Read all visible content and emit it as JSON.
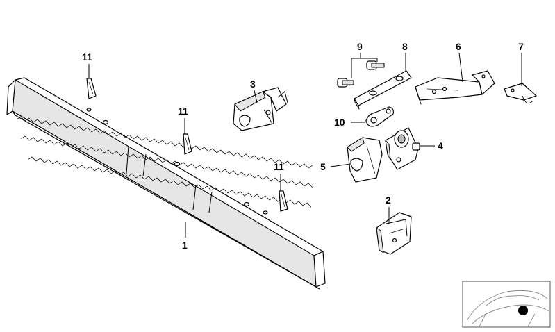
{
  "callouts": {
    "c1": "1",
    "c2": "2",
    "c3": "3",
    "c4": "4",
    "c5": "5",
    "c6": "6",
    "c7": "7",
    "c8": "8",
    "c9": "9",
    "c10": "10",
    "c11a": "11",
    "c11b": "11",
    "c11c": "11"
  },
  "colors": {
    "line": "#000000",
    "background": "#ffffff",
    "inset_line": "#888888"
  }
}
